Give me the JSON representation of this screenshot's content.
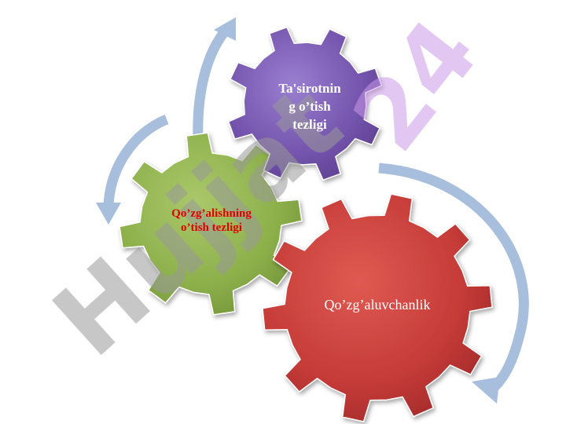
{
  "watermark": {
    "main": "Hujjat",
    "corner": "24",
    "main_color": "#9a9a9a",
    "corner_color": "#c89ae8"
  },
  "gears": [
    {
      "id": "purple",
      "lines": [
        "Ta'sirotnin",
        "g o’tish",
        "tezligi"
      ],
      "fill": "#7c5bb3",
      "text_color": "#ffffff"
    },
    {
      "id": "green",
      "lines": [
        "Qo’zg’alishning",
        "o’tish  tezligi"
      ],
      "fill": "#8eb04a",
      "text_color": "#e00000"
    },
    {
      "id": "red",
      "lines": [
        "Qo’zg’aluvchanlik"
      ],
      "fill": "#c43a3a",
      "text_color": "#ffffff"
    }
  ],
  "arrow_color": "#a8bedd"
}
